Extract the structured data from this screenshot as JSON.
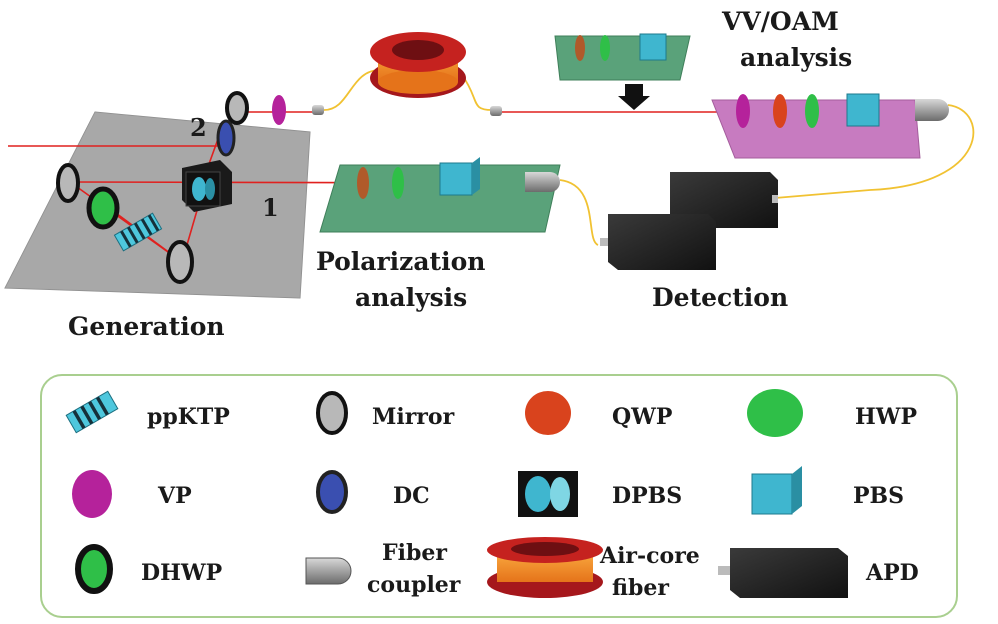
{
  "diagram": {
    "labels": {
      "generation": "Generation",
      "polarization_line1": "Polarization",
      "polarization_line2": "analysis",
      "detection": "Detection",
      "vvoam_line1": "VV/OAM",
      "vvoam_line2": "analysis",
      "path1": "1",
      "path2": "2"
    }
  },
  "legend": {
    "ppktp": "ppKTP",
    "mirror": "Mirror",
    "qwp": "QWP",
    "hwp": "HWP",
    "vp": "VP",
    "dc": "DC",
    "dpbs": "DPBS",
    "pbs": "PBS",
    "dhwp": "DHWP",
    "fiber_coupler_line1": "Fiber",
    "fiber_coupler_line2": "coupler",
    "air_core_line1": "Air-core",
    "air_core_line2": "fiber",
    "apd": "APD"
  },
  "colors": {
    "beam": "#e0211f",
    "fiber": "#f1c232",
    "qwp": "#d9431d",
    "hwp": "#2fbf48",
    "vp": "#b5229b",
    "dc": "#3a4fb0",
    "pbs": "#3fb6cf",
    "plate_green": "#5aa27a",
    "plate_pink": "#c77bc0",
    "legend_border": "#a9cf8f"
  }
}
